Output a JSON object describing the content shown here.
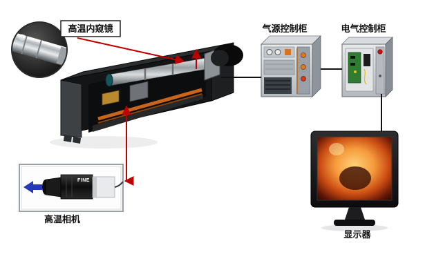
{
  "labels": {
    "endoscope": "高温内窥镜",
    "air_cabinet": "气源控制柜",
    "electric_cabinet": "电气控制柜",
    "camera": "高温相机",
    "monitor": "显示器",
    "camera_brand": "FINE"
  },
  "colors": {
    "arrow_red": "#c00000",
    "arrow_blue": "#2438b8",
    "line_black": "#111111",
    "rail_orange": "#c9651a",
    "furnace_orange": "#e8762a",
    "pcb_green": "#2e7d32"
  }
}
